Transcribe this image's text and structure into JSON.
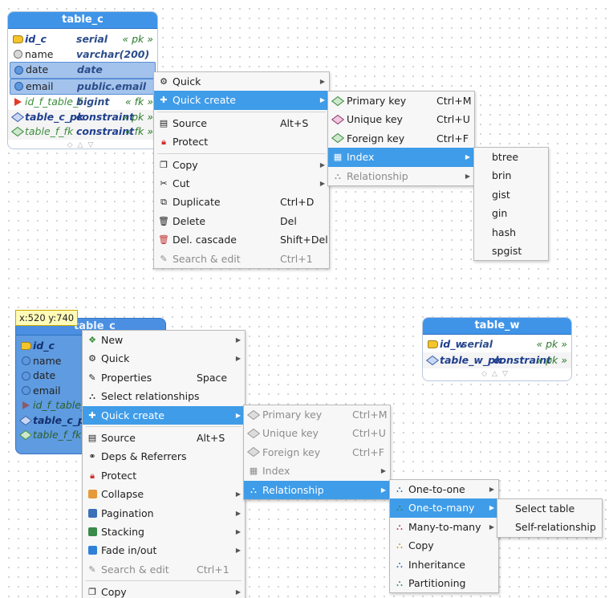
{
  "top_table": {
    "title": "table_c",
    "rows": [
      {
        "name": "id_c",
        "type": "serial",
        "tag": "« pk »"
      },
      {
        "name": "name",
        "type": "varchar(200)",
        "tag": ""
      },
      {
        "name": "date",
        "type": "date",
        "tag": ""
      },
      {
        "name": "email",
        "type": "public.email",
        "tag": ""
      },
      {
        "name": "id_f_table_f",
        "type": "bigint",
        "tag": "« fk »"
      },
      {
        "name": "table_c_pk",
        "type": "constraint",
        "tag": "« pk »"
      },
      {
        "name": "table_f_fk",
        "type": "constraint",
        "tag": "« fk »"
      }
    ]
  },
  "top_menu": {
    "items": [
      {
        "label": "Quick",
        "shortcut": ""
      },
      {
        "label": "Quick create",
        "shortcut": ""
      },
      {
        "label": "Source",
        "shortcut": "Alt+S"
      },
      {
        "label": "Protect",
        "shortcut": ""
      },
      {
        "label": "Copy",
        "shortcut": ""
      },
      {
        "label": "Cut",
        "shortcut": ""
      },
      {
        "label": "Duplicate",
        "shortcut": "Ctrl+D"
      },
      {
        "label": "Delete",
        "shortcut": "Del"
      },
      {
        "label": "Del. cascade",
        "shortcut": "Shift+Del"
      },
      {
        "label": "Search & edit",
        "shortcut": "Ctrl+1"
      }
    ]
  },
  "top_submenu": {
    "items": [
      {
        "label": "Primary key",
        "shortcut": "Ctrl+M"
      },
      {
        "label": "Unique key",
        "shortcut": "Ctrl+U"
      },
      {
        "label": "Foreign key",
        "shortcut": "Ctrl+F"
      },
      {
        "label": "Index",
        "shortcut": ""
      },
      {
        "label": "Relationship",
        "shortcut": ""
      }
    ]
  },
  "index_submenu": {
    "items": [
      "btree",
      "brin",
      "gist",
      "gin",
      "hash",
      "spgist"
    ]
  },
  "coord_label": "x:520 y:740",
  "bottom_table": {
    "title": "table_c",
    "rows": [
      "id_c",
      "name",
      "date",
      "email",
      "id_f_table_f",
      "table_c_pk",
      "table_f_fk"
    ]
  },
  "table_w": {
    "title": "table_w",
    "rows": [
      {
        "name": "id_w",
        "type": "serial",
        "tag": "« pk »"
      },
      {
        "name": "table_w_pk",
        "type": "constraint",
        "tag": "« pk »"
      }
    ]
  },
  "bottom_menu": {
    "items": [
      {
        "label": "New",
        "shortcut": ""
      },
      {
        "label": "Quick",
        "shortcut": ""
      },
      {
        "label": "Properties",
        "shortcut": "Space"
      },
      {
        "label": "Select relationships",
        "shortcut": ""
      },
      {
        "label": "Quick create",
        "shortcut": ""
      },
      {
        "label": "Source",
        "shortcut": "Alt+S"
      },
      {
        "label": "Deps & Referrers",
        "shortcut": ""
      },
      {
        "label": "Protect",
        "shortcut": ""
      },
      {
        "label": "Collapse",
        "shortcut": ""
      },
      {
        "label": "Pagination",
        "shortcut": ""
      },
      {
        "label": "Stacking",
        "shortcut": ""
      },
      {
        "label": "Fade in/out",
        "shortcut": ""
      },
      {
        "label": "Search & edit",
        "shortcut": "Ctrl+1"
      },
      {
        "label": "Copy",
        "shortcut": ""
      }
    ]
  },
  "bottom_submenu": {
    "items": [
      {
        "label": "Primary key",
        "shortcut": "Ctrl+M"
      },
      {
        "label": "Unique key",
        "shortcut": "Ctrl+U"
      },
      {
        "label": "Foreign key",
        "shortcut": "Ctrl+F"
      },
      {
        "label": "Index",
        "shortcut": ""
      },
      {
        "label": "Relationship",
        "shortcut": ""
      }
    ]
  },
  "relationship_submenu": {
    "items": [
      "One-to-one",
      "One-to-many",
      "Many-to-many",
      "Copy",
      "Inheritance",
      "Partitioning"
    ]
  },
  "one_to_many_submenu": {
    "items": [
      "Select table",
      "Self-relationship"
    ]
  },
  "colors": {
    "accent": "#3f9ce8",
    "table_header": "#3f94e8",
    "selection": "#a3c3ec",
    "pk_text": "#1f3f8f",
    "fk_text": "#3d8c3d"
  }
}
